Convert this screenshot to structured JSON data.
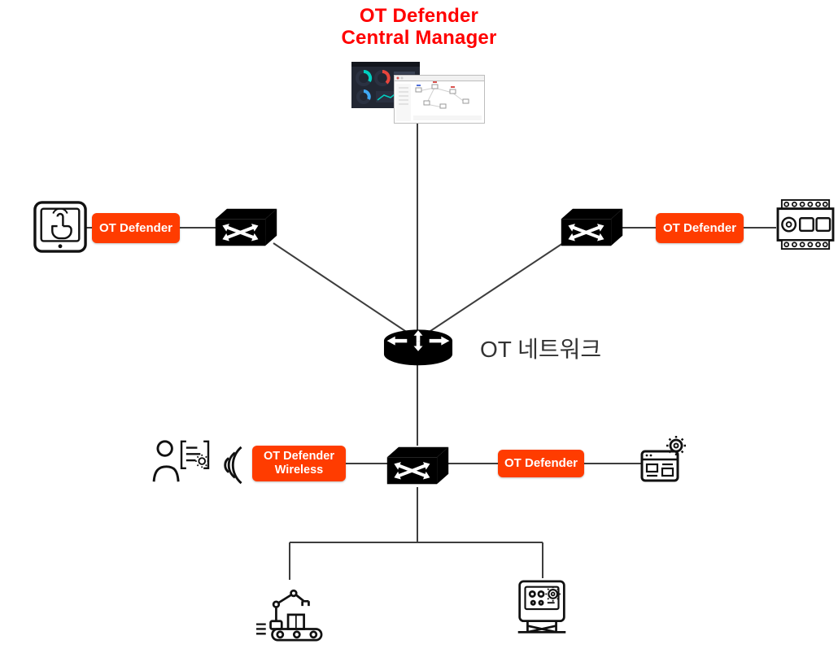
{
  "diagram": {
    "title_line1": "OT Defender",
    "title_line2": "Central Manager",
    "network_label": "OT 네트워크",
    "badge_left": "OT Defender",
    "badge_right": "OT Defender",
    "badge_wireless_line1": "OT Defender",
    "badge_wireless_line2": "Wireless",
    "badge_bottom_right": "OT Defender"
  },
  "colors": {
    "badge_background": "#FF3C00",
    "badge_text": "#FFFFFF",
    "title_text": "#FF0000",
    "connection_line": "#3D3D3D",
    "icon_stroke": "#111111",
    "dashboard_dark_bg": "#222733",
    "dashboard_accent_teal": "#00CFC0",
    "dashboard_accent_red": "#E8453C",
    "dashboard_accent_blue": "#3FA9F5"
  },
  "icons": {
    "central_manager_screens": [
      "dashboard-dark-screenshot",
      "dashboard-light-screenshot"
    ],
    "core_node": "router-icon",
    "switch_nodes": "network-switch-icon",
    "top_left_device": "hmi-touch-panel-icon",
    "top_right_device": "plc-icon",
    "bottom_left_device": "engineer-config-icon",
    "wireless_link": "wireless-waves-icon",
    "bottom_right_device": "web-app-gear-icon",
    "bottom_devices": [
      "robot-arm-conveyor-icon",
      "industrial-machine-icon"
    ]
  }
}
